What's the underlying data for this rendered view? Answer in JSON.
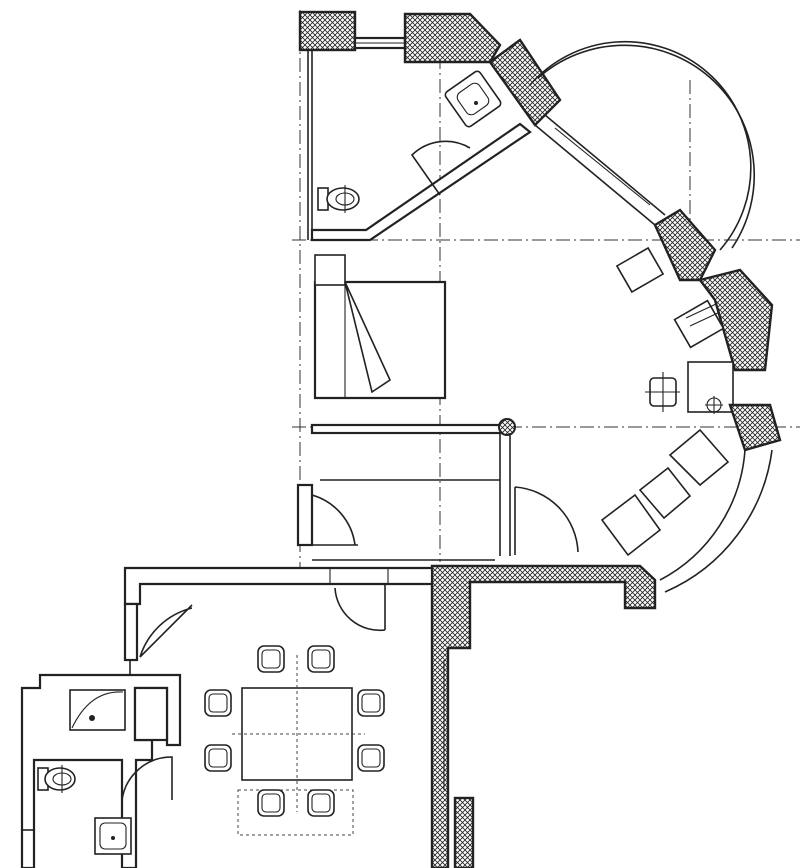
{
  "drawing": {
    "type": "architectural floor plan",
    "line_color": "#222222",
    "background": "#ffffff",
    "rooms": [
      {
        "name": "bathroom-upper"
      },
      {
        "name": "bedroom"
      },
      {
        "name": "sitting-area"
      },
      {
        "name": "entrance-hall"
      },
      {
        "name": "dining-room"
      },
      {
        "name": "shower-room"
      }
    ],
    "chairs_at_dining_table": 8
  }
}
